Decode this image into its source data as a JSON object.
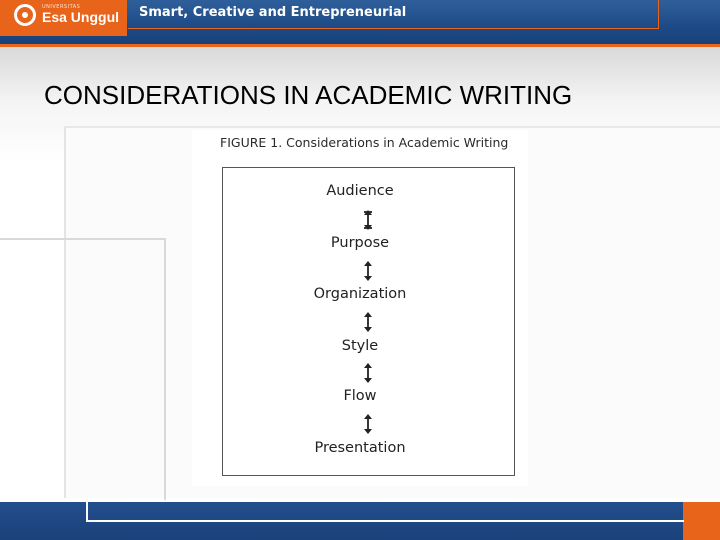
{
  "header": {
    "logo_super": "UNIVERSITAS",
    "logo_text": "Esa Unggul",
    "tagline": "Smart, Creative and Entrepreneurial"
  },
  "slide": {
    "title": "CONSIDERATIONS IN ACADEMIC WRITING"
  },
  "figure": {
    "caption": "FIGURE 1. Considerations in Academic Writing",
    "stages": [
      "Audience",
      "Purpose",
      "Organization",
      "Style",
      "Flow",
      "Presentation"
    ],
    "connector": "bidirectional-arrow-icon"
  },
  "colors": {
    "header_blue": "#1d4a86",
    "accent_orange": "#e8641a"
  }
}
